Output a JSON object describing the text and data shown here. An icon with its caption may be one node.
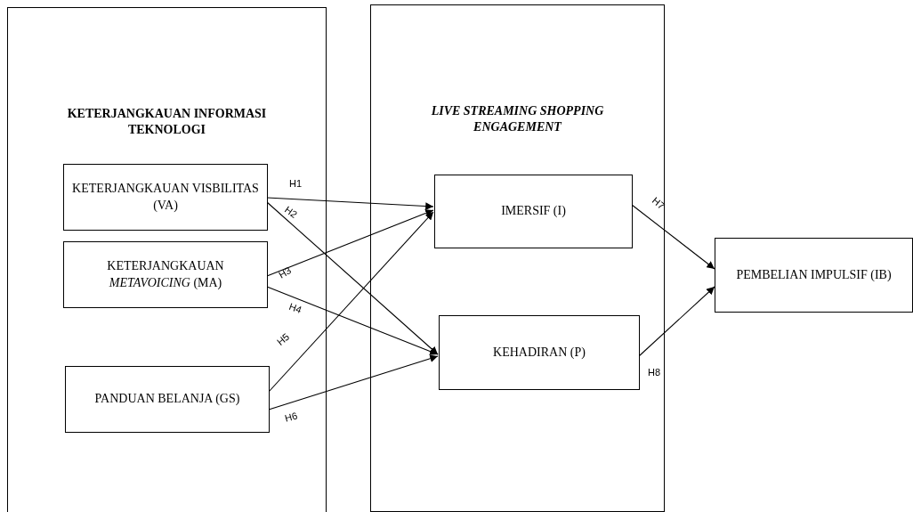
{
  "diagram": {
    "nodes": [
      {
        "text": [
          "KETERJANGKAUAN INFORMASI TEKNOLOGI"
        ]
      },
      {
        "text": [
          "KETERJANGKAUAN VISBILITAS (VA)"
        ],
        "in": 0
      },
      {
        "text": [
          "KETERJANGKAUAN *METAVOICING* (MA)"
        ],
        "in": 0
      },
      {
        "text": [
          "PANDUAN BELANJA (GS)"
        ],
        "in": 0
      },
      {
        "text": [
          "LIVE STREAMING SHOPPING ENGAGEMENT"
        ]
      },
      {
        "text": [
          "IMERSIF (I)"
        ],
        "in": 4
      },
      {
        "text": [
          "KEHADIRAN (P)"
        ],
        "in": 4
      },
      {
        "text": [
          "PEMBELIAN IMPULSIF (IB)"
        ]
      }
    ],
    "edges": [
      {
        "from": 1,
        "to": 5,
        "arrow": "to",
        "label": "H1"
      },
      {
        "from": 1,
        "to": 6,
        "arrow": "to",
        "label": "H2"
      },
      {
        "from": 2,
        "to": 5,
        "arrow": "to",
        "label": "H3"
      },
      {
        "from": 2,
        "to": 6,
        "arrow": "to",
        "label": "H4"
      },
      {
        "from": 3,
        "to": 5,
        "arrow": "to",
        "label": "H5"
      },
      {
        "from": 3,
        "to": 6,
        "arrow": "to",
        "label": "H6"
      },
      {
        "from": 5,
        "to": 7,
        "arrow": "to",
        "label": "H7"
      },
      {
        "from": 6,
        "to": 7,
        "arrow": "to",
        "label": "H8"
      }
    ]
  }
}
